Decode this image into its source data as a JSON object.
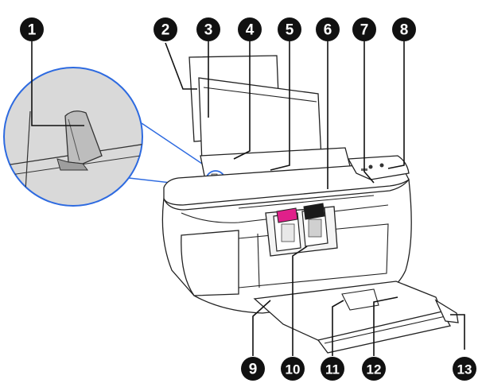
{
  "callouts": [
    {
      "id": "1",
      "label": "1"
    },
    {
      "id": "2",
      "label": "2"
    },
    {
      "id": "3",
      "label": "3"
    },
    {
      "id": "4",
      "label": "4"
    },
    {
      "id": "5",
      "label": "5"
    },
    {
      "id": "6",
      "label": "6"
    },
    {
      "id": "7",
      "label": "7"
    },
    {
      "id": "8",
      "label": "8"
    },
    {
      "id": "9",
      "label": "9"
    },
    {
      "id": "10",
      "label": "10"
    },
    {
      "id": "11",
      "label": "11"
    },
    {
      "id": "12",
      "label": "12"
    },
    {
      "id": "13",
      "label": "13"
    }
  ],
  "colors": {
    "callout_fill": "#111111",
    "callout_text": "#ffffff",
    "leader_line": "#111111",
    "highlight_ring": "#2d6ae0",
    "outline": "#222222",
    "zoom_background": "#d8d8d8",
    "cartridge_tricolor": "#e0208a",
    "cartridge_black": "#1a1a1a"
  }
}
